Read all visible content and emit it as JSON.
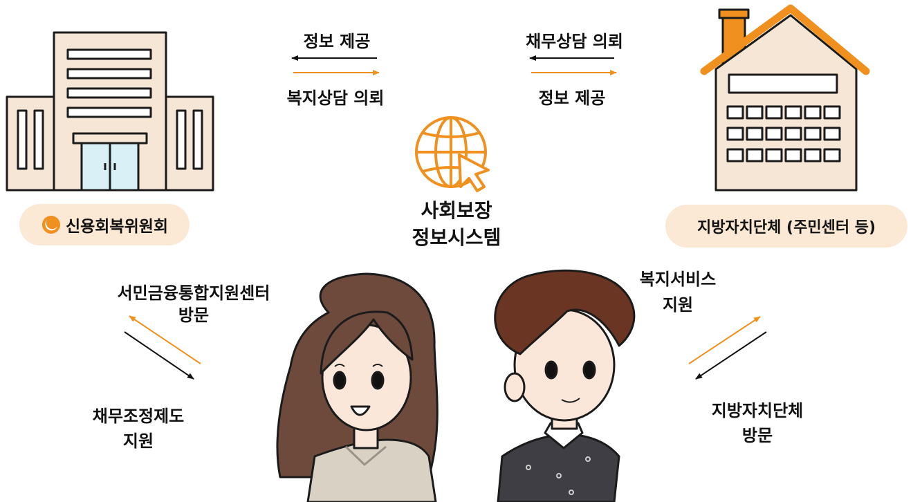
{
  "center": {
    "line1": "사회보장",
    "line2": "정보시스템"
  },
  "left_org": {
    "label": "신용회복위원회"
  },
  "right_org": {
    "label": "지방자치단체 (주민센터 등)"
  },
  "top_left": {
    "upper": "정보 제공",
    "lower": "복지상담 의뢰"
  },
  "top_right": {
    "upper": "채무상담 의뢰",
    "lower": "정보 제공"
  },
  "bottom_left": {
    "upper_line1": "서민금융통합지원센터",
    "upper_line2": "방문",
    "lower_line1": "채무조정제도",
    "lower_line2": "지원"
  },
  "bottom_right": {
    "upper_line1": "복지서비스",
    "upper_line2": "지원",
    "lower_line1": "지방자치단체",
    "lower_line2": "방문"
  },
  "colors": {
    "accent": "#f0901e",
    "pill": "#fbe9d6",
    "arrow_dark": "#111111"
  }
}
